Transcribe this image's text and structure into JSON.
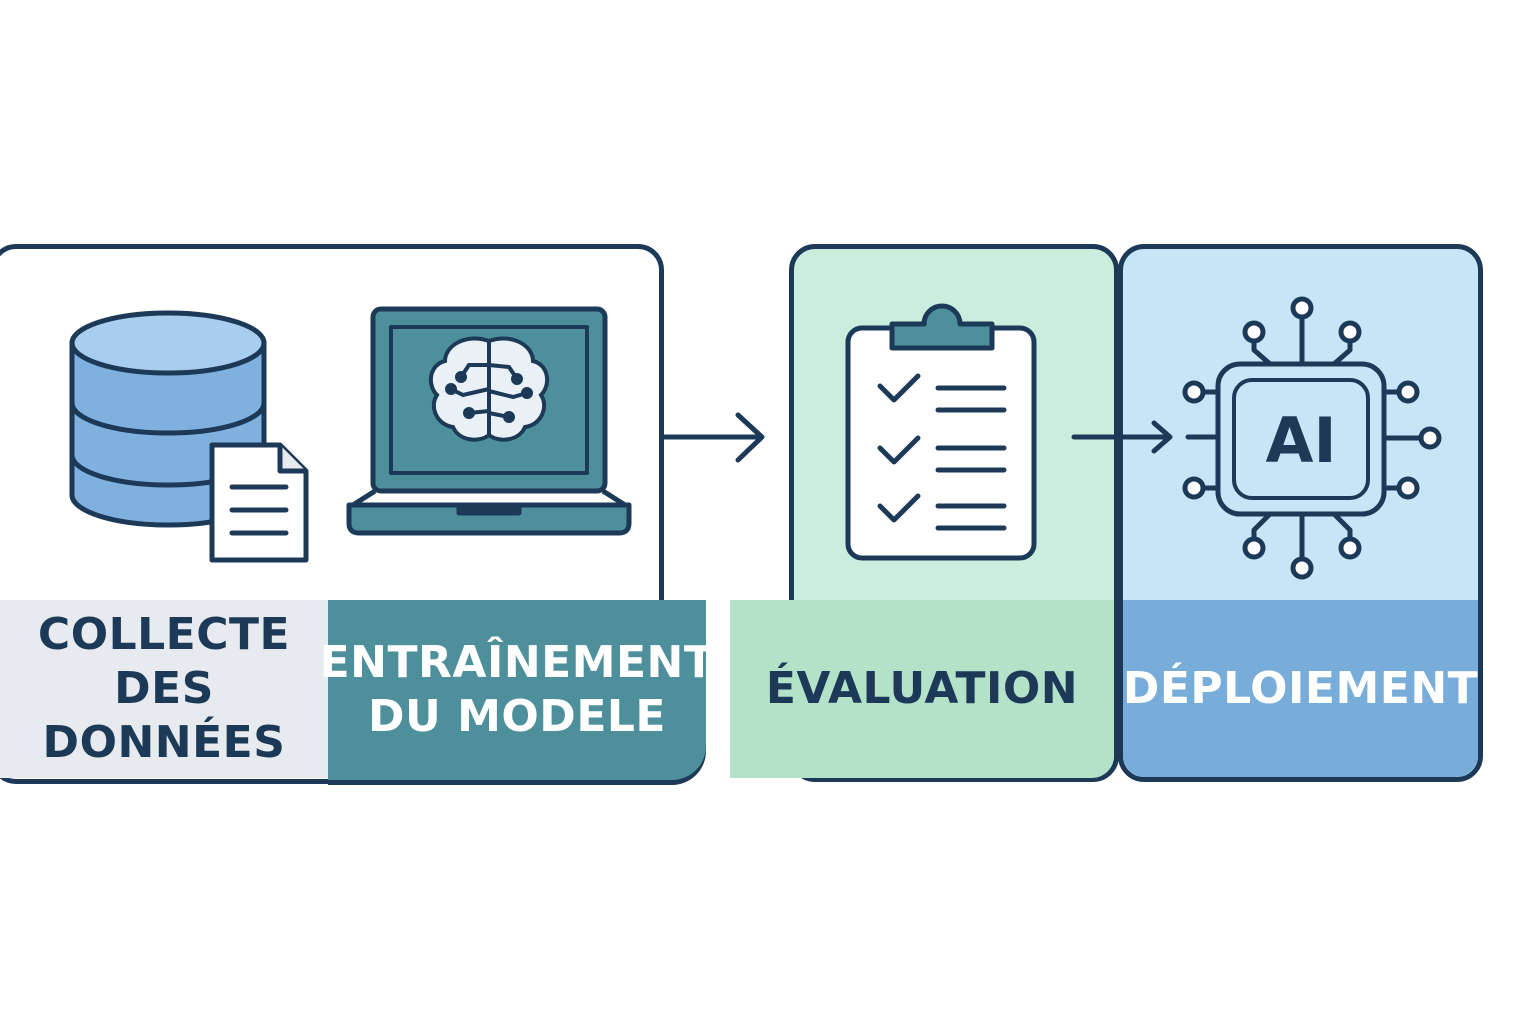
{
  "stages": [
    {
      "lines": [
        "COLLECTE",
        "DES DONNÉES"
      ]
    },
    {
      "lines": [
        "ENTRAÎNEMENT",
        "DU MODELE"
      ]
    },
    {
      "lines": [
        "ÉVALUATION"
      ]
    },
    {
      "lines": [
        "DÉPLOIEMENT"
      ]
    }
  ],
  "chip_text": "AI",
  "colors": {
    "outline": "#1c3a57",
    "teal": "#4e8f9c",
    "gray": "#e7eaee",
    "green": "#c8eedd",
    "green_label": "#b4e2c9",
    "blue": "#c6e6f8",
    "blue_label": "#78acd9",
    "db_blue": "#7fb0de",
    "db_top": "#a9cdee"
  }
}
